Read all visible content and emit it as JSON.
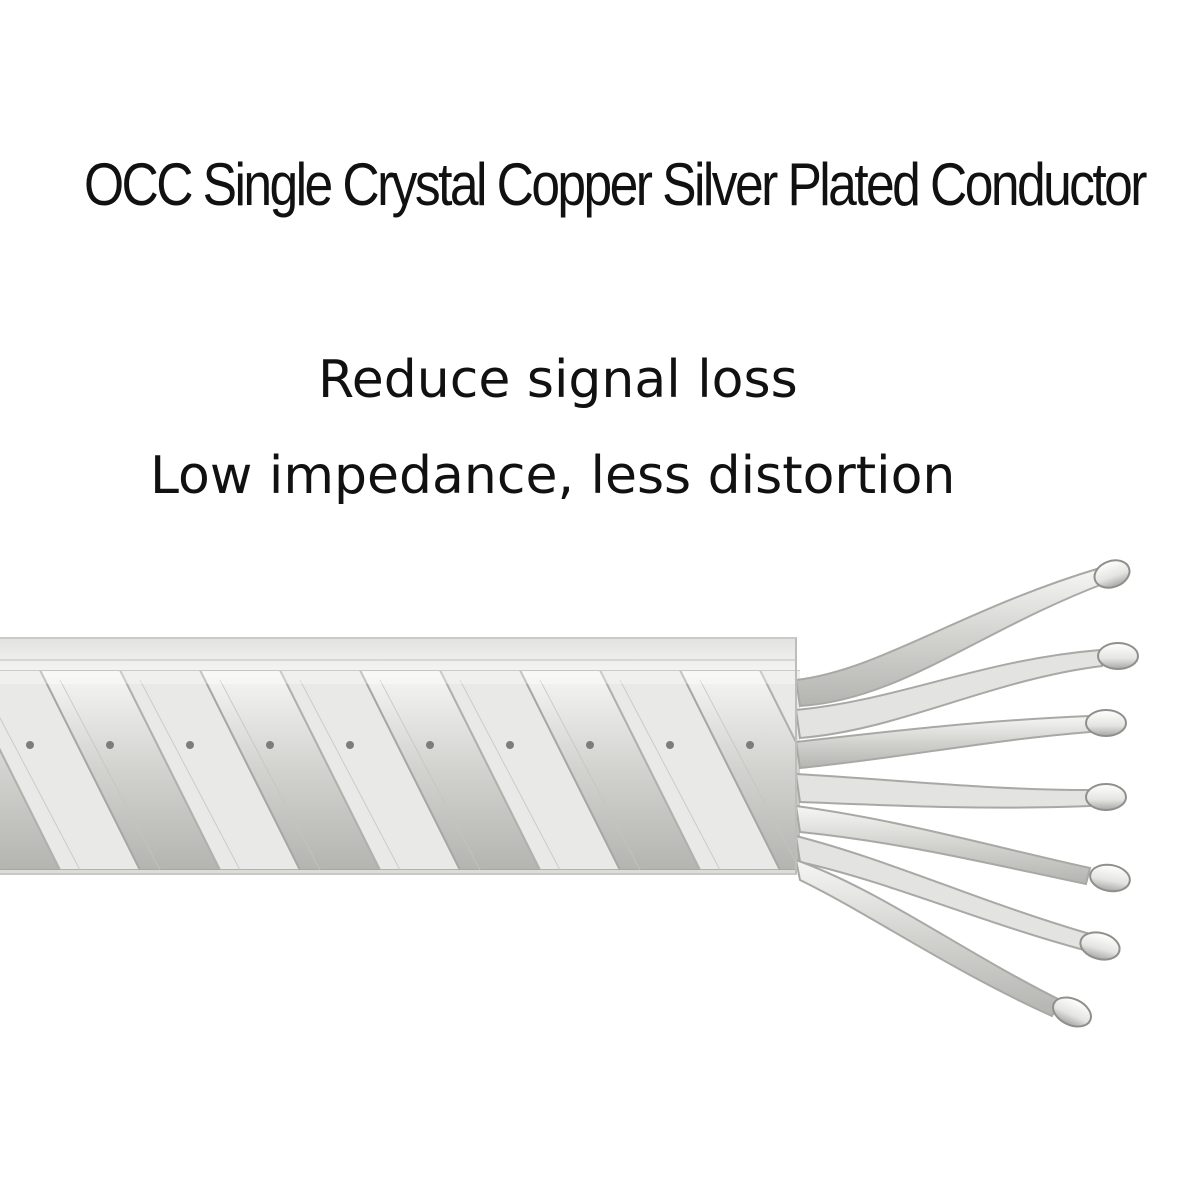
{
  "heading": {
    "title": "OCC Single Crystal Copper Silver Plated Conductor"
  },
  "features": {
    "line1": "Reduce signal loss",
    "line2": "Low impedance, less distortion"
  },
  "illustration": {
    "icon": "stranded-silver-plated-cable",
    "colors": {
      "strand": "#d9d9d6",
      "strand_highlight": "#f4f4f2",
      "strand_shadow": "#a9a9a6",
      "sheath": "#eeeeee",
      "sheath_edge": "#cfcfcf"
    }
  }
}
